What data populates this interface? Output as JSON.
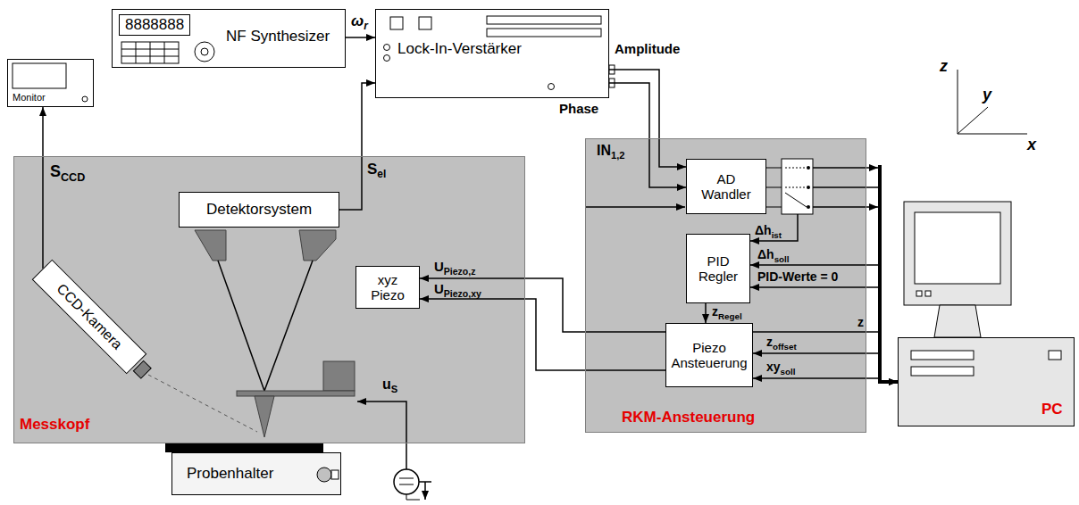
{
  "diagram": {
    "nodes": [
      {
        "text": [
          "Monitor"
        ]
      },
      {
        "text": [
          "8888888",
          "NF Synthesizer"
        ]
      },
      {
        "text": [
          "Lock-In-Verstärker"
        ]
      },
      {
        "text": [
          "Messkopf"
        ]
      },
      {
        "text": [
          "Detektorsystem"
        ],
        "in": 3
      },
      {
        "text": [
          "CCD-Kamera"
        ],
        "in": 3
      },
      {
        "text": [
          "xyz Piezo"
        ],
        "in": 3
      },
      {
        "text": [
          "Probenhalter"
        ]
      },
      {
        "text": [
          "RKM-Ansteuerung"
        ]
      },
      {
        "text": [
          "AD Wandler"
        ],
        "in": 8
      },
      {
        "text": [
          "PID Regler"
        ],
        "in": 8
      },
      {
        "text": [
          "Piezo Ansteuerung"
        ],
        "in": 8
      },
      {
        "text": [
          "PC"
        ]
      }
    ],
    "edges": [
      {
        "from": 5,
        "to": 0,
        "arrow": "to",
        "label": "SCCD"
      },
      {
        "from": 1,
        "to": 2,
        "arrow": "to",
        "label": "ωr"
      },
      {
        "from": 4,
        "to": 2,
        "arrow": "to",
        "label": "Sel"
      },
      {
        "from": 2,
        "to": 9,
        "arrow": "to",
        "label": "Amplitude"
      },
      {
        "from": 2,
        "to": 9,
        "arrow": "to",
        "label": "Phase"
      },
      {
        "from": 9,
        "to": 10,
        "arrow": "to",
        "label": "Δhist"
      },
      {
        "from": 9,
        "to": 12,
        "arrow": "to"
      },
      {
        "from": 12,
        "to": 10,
        "arrow": "to",
        "label": "Δhsoll"
      },
      {
        "from": 12,
        "to": 10,
        "arrow": "to",
        "label": "PID-Werte = 0"
      },
      {
        "from": 10,
        "to": 11,
        "arrow": "to",
        "label": "zRegel"
      },
      {
        "from": 11,
        "to": 6,
        "arrow": "to",
        "label": "UPiezo,z"
      },
      {
        "from": 11,
        "to": 6,
        "arrow": "to",
        "label": "UPiezo,xy"
      },
      {
        "from": 11,
        "to": 12,
        "arrow": "to",
        "label": "z"
      },
      {
        "from": 12,
        "to": 11,
        "arrow": "to",
        "label": "zoffset"
      },
      {
        "from": 12,
        "to": 11,
        "arrow": "to",
        "label": "xysoll"
      }
    ],
    "labels": [
      "IN1,2",
      "uS",
      "z",
      "y",
      "x"
    ]
  }
}
